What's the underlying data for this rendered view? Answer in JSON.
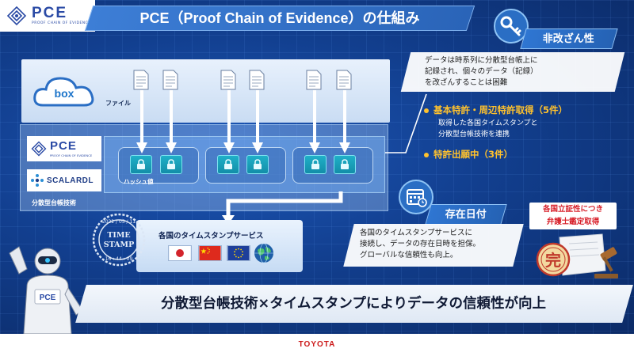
{
  "header": {
    "logo": {
      "mark": "PCE",
      "subtitle": "PROOF CHAIN OF EVIDENCE"
    },
    "title": "PCE（Proof Chain of Evidence）の仕組み"
  },
  "diagram": {
    "storage": {
      "name": "box",
      "files_label": "ファイル"
    },
    "hash_label": "ハッシュ値",
    "ledger": {
      "pce_logo": "PCE",
      "pce_subtitle": "PROOF CHAIN OF EVIDENCE",
      "scalardl_logo": "SCALARDL",
      "label": "分散型台帳技術"
    },
    "timestamp": {
      "title": "各国のタイムスタンプサービス",
      "stamp": {
        "date": "2022 / 05 / 11",
        "line1": "TIME",
        "line2": "STAMP",
        "time": "16 : 44 : 09"
      },
      "flags": [
        "japan-flag",
        "china-flag",
        "eu-flag"
      ]
    }
  },
  "features": {
    "immutability": {
      "icon": "key-icon",
      "tag": "非改ざん性",
      "lines": [
        "データは時系列に分散型台帳上に",
        "記録され、個々のデータ（記録）",
        "を改ざんすることは困難"
      ]
    },
    "patents": {
      "granted": "基本特許・周辺特許取得（5件）",
      "granted_lines": [
        "取得した各国タイムスタンプと",
        "分散型台帳技術を連携"
      ],
      "pending": "特許出願中（3件）"
    },
    "existence_date": {
      "icon": "calendar-icon",
      "tag": "存在日付",
      "lines": [
        "各国のタイムスタンプサービスに",
        "接続し、データの存在日時を担保。",
        "グローバルな信頼性も向上。"
      ]
    },
    "legal": {
      "lines": [
        "各国立証性につき",
        "弁護士鑑定取得"
      ],
      "seal_char": "完"
    }
  },
  "bottom_banner": "分散型台帳技術×タイムスタンプによりデータの信頼性が向上",
  "footer": {
    "brand": "TOYOTA"
  },
  "colors": {
    "accent_yellow": "#ffc22d",
    "brand_blue": "#2a4aa5",
    "legal_red": "#d8202a",
    "toyota_red": "#cc1a1a"
  }
}
